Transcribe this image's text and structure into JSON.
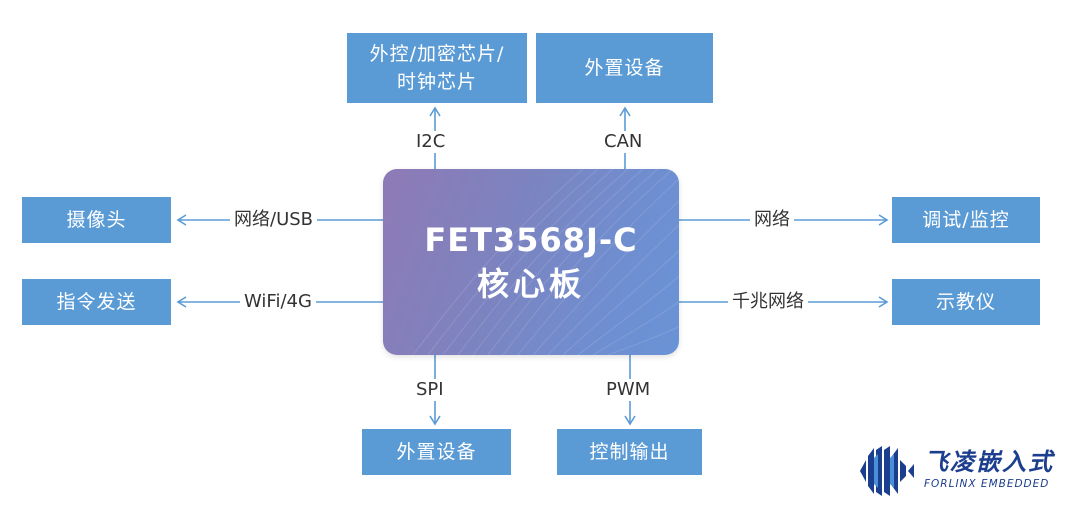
{
  "core": {
    "line1": "FET3568J-C",
    "line2": "核心板"
  },
  "top": [
    {
      "box": "外控/加密芯片/\n时钟芯片",
      "label": "I2C"
    },
    {
      "box": "外置设备",
      "label": "CAN"
    }
  ],
  "left": [
    {
      "box": "摄像头",
      "label": "网络/USB"
    },
    {
      "box": "指令发送",
      "label": "WiFi/4G"
    }
  ],
  "right": [
    {
      "box": "调试/监控",
      "label": "网络"
    },
    {
      "box": "示教仪",
      "label": "千兆网络"
    }
  ],
  "bottom": [
    {
      "box": "外置设备",
      "label": "SPI"
    },
    {
      "box": "控制输出",
      "label": "PWM"
    }
  ],
  "logo": {
    "cn": "飞凌嵌入式",
    "en": "FORLINX EMBEDDED",
    "color": "#1c3e8e"
  },
  "colors": {
    "box": "#5b9bd5",
    "line": "#5b9bd5"
  }
}
